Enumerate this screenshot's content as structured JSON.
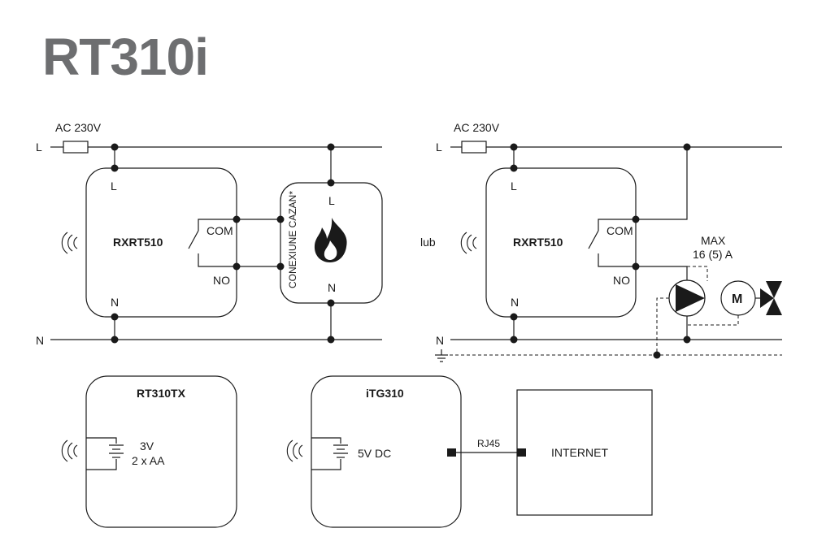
{
  "title": "RT310i",
  "left_diagram": {
    "supply": "AC 230V",
    "line_L": "L",
    "line_N": "N",
    "receiver": {
      "name": "RXRT510",
      "term_L": "L",
      "term_N": "N",
      "com": "COM",
      "no": "NO"
    },
    "boiler": {
      "label": "CONEXIUNE CAZAN*",
      "term_L": "L",
      "term_N": "N",
      "icon": "flame-icon"
    }
  },
  "or_label": "lub",
  "right_diagram": {
    "supply": "AC 230V",
    "line_L": "L",
    "line_N": "N",
    "receiver": {
      "name": "RXRT510",
      "term_L": "L",
      "term_N": "N",
      "com": "COM",
      "no": "NO"
    },
    "max_label": "MAX",
    "rating": "16 (5) A",
    "motor": "M",
    "icons": [
      "pump-icon",
      "motor-icon",
      "valve-icon",
      "ground-icon"
    ]
  },
  "thermostat": {
    "name": "RT310TX",
    "voltage": "3V",
    "batteries": "2 x AA"
  },
  "gateway": {
    "name": "iTG310",
    "power": "5V DC",
    "port": "RJ45"
  },
  "internet": {
    "label": "INTERNET"
  }
}
